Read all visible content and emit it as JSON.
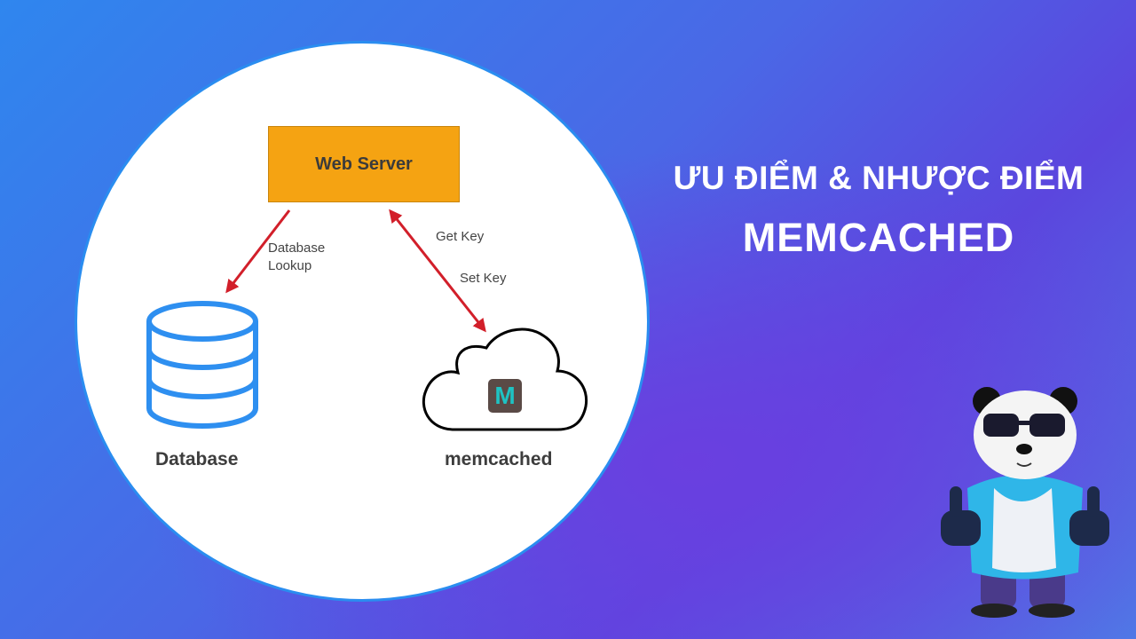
{
  "diagram": {
    "web_server_label": "Web Server",
    "database_label": "Database",
    "memcached_label": "memcached",
    "edge_database_lookup": "Database\nLookup",
    "edge_get_key": "Get Key",
    "edge_set_key": "Set Key",
    "memcached_badge": "M"
  },
  "heading": {
    "line1": "ƯU ĐIỂM & NHƯỢC ĐIỂM",
    "line2": "MEMCACHED"
  },
  "colors": {
    "web_server_fill": "#f5a312",
    "arrow": "#d21f2a",
    "database_icon": "#2e8ff0",
    "circle_border": "#2a8df0"
  }
}
